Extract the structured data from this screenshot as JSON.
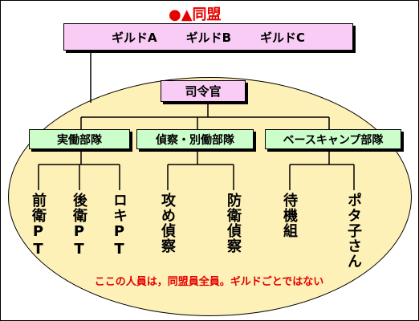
{
  "alliance": {
    "title": "●▲同盟",
    "guilds": [
      "ギルドA",
      "ギルドB",
      "ギルドC"
    ],
    "colors": {
      "title": "#e60000",
      "guild_box": "#f9ccf5"
    }
  },
  "command": {
    "label": "司令官",
    "color": "#f9ccf5"
  },
  "departments": [
    {
      "label": "実働部隊",
      "units": [
        "前衛PT",
        "後衛PT",
        "ロキPT"
      ]
    },
    {
      "label": "偵察・別働部隊",
      "units": [
        "攻め偵察",
        "防衛偵察"
      ]
    },
    {
      "label": "ベースキャンプ部隊",
      "units": [
        "待機組",
        "ポタ子さん"
      ]
    }
  ],
  "department_color": "#ccfecc",
  "area_color": "#fdf1b7",
  "note": "ここの人員は，同盟員全員。ギルドごとではない"
}
